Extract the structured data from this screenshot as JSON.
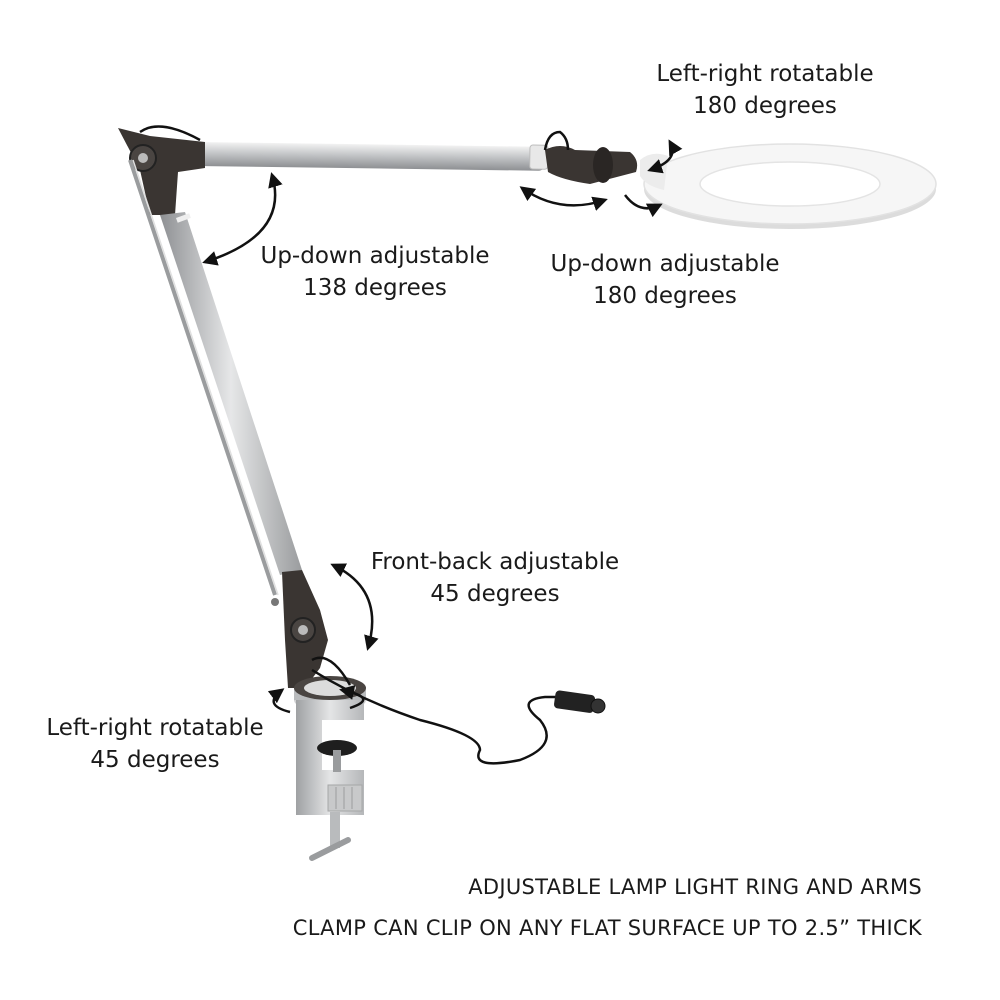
{
  "labels": {
    "ring_rotate": {
      "line1": "Left-right rotatable",
      "line2": "180 degrees"
    },
    "ring_tilt": {
      "line1": "Up-down adjustable",
      "line2": "180 degrees"
    },
    "upper_arm": {
      "line1": "Up-down adjustable",
      "line2": "138 degrees"
    },
    "front_back": {
      "line1": "Front-back adjustable",
      "line2": "45 degrees"
    },
    "base_rotate": {
      "line1": "Left-right rotatable",
      "line2": "45 degrees"
    }
  },
  "captions": {
    "line1": "ADJUSTABLE LAMP LIGHT RING AND ARMS",
    "line2": "CLAMP CAN CLIP ON ANY FLAT SURFACE UP TO 2.5” THICK"
  },
  "colors": {
    "arm_silver": "#c9cbcd",
    "joint_dark": "#3a3532",
    "ring_white": "#f4f4f4",
    "arrow": "#111111"
  }
}
